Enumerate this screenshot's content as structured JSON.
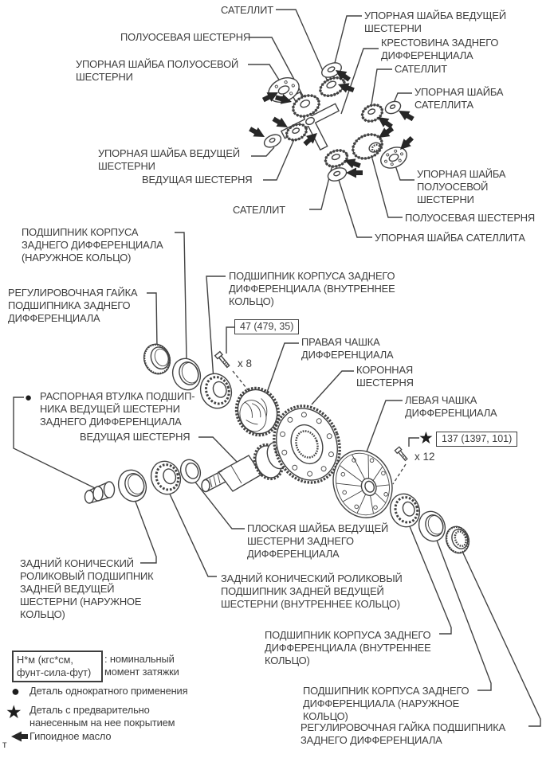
{
  "page": {
    "corner_char": "т"
  },
  "colors": {
    "ink": "#3d3d3d"
  },
  "icons": {
    "bullet": "●",
    "star": "★"
  },
  "torque": {
    "bearing_cap_bolts": "47 (479, 35)",
    "ring_gear_bolts": "137 (1397, 101)",
    "count_8": "x 8",
    "count_12": "x 12"
  },
  "labels": {
    "satellite_top": "САТЕЛЛИТ",
    "side_gear_top_left": "ПОЛУОСЕВАЯ ШЕСТЕРНЯ",
    "side_gear_thrust_washer_top_left": "УПОРНАЯ ШАЙБА ПОЛУОСЕВОЙ\nШЕСТЕРНИ",
    "drive_gear_thrust_washer_top_right": "УПОРНАЯ ШАЙБА ВЕДУЩЕЙ\nШЕСТЕРНИ",
    "spider": "КРЕСТОВИНА ЗАДНЕГО\nДИФФЕРЕНЦИАЛА",
    "satellite_right": "САТЕЛЛИТ",
    "satellite_thrust_washer_right": "УПОРНАЯ ШАЙБА\nСАТЕЛЛИТА",
    "side_gear_thrust_washer_right": "УПОРНАЯ ШАЙБА\nПОЛУОСЕВОЙ\nШЕСТЕРНИ",
    "side_gear_right": "ПОЛУОСЕВАЯ ШЕСТЕРНЯ",
    "satellite_thrust_washer_bottom": "УПОРНАЯ ШАЙБА САТЕЛЛИТА",
    "drive_gear_thrust_washer_left": "УПОРНАЯ ШАЙБА ВЕДУЩЕЙ\nШЕСТЕРНИ",
    "drive_gear_top": "ВЕДУЩАЯ ШЕСТЕРНЯ",
    "satellite_left": "САТЕЛЛИТ",
    "case_bearing_outer_left": "ПОДШИПНИК КОРПУСА\nЗАДНЕГО ДИФФЕРЕНЦИАЛА\n(НАРУЖНОЕ КОЛЬЦО)",
    "adjusting_nut_left": "РЕГУЛИРОВОЧНАЯ ГАЙКА\nПОДШИПНИКА ЗАДНЕГО\nДИФФЕРЕНЦИАЛА",
    "case_bearing_inner_left": "ПОДШИПНИК КОРПУСА ЗАДНЕГО\nДИФФЕРЕНЦИАЛА (ВНУТРЕННЕЕ\nКОЛЬЦО)",
    "right_case": "ПРАВАЯ ЧАШКА\nДИФФЕРЕНЦИАЛА",
    "ring_gear": "КОРОННАЯ\nШЕСТЕРНЯ",
    "left_case": "ЛЕВАЯ ЧАШКА\nДИФФЕРЕНЦИАЛА",
    "spacer_bushing": "РАСПОРНАЯ ВТУЛКА ПОДШИП-\nНИКА ВЕДУЩЕЙ ШЕСТЕРНИ\nЗАДНЕГО ДИФФЕРЕНЦИАЛА",
    "drive_pinion": "ВЕДУЩАЯ ШЕСТЕРНЯ",
    "flat_washer": "ПЛОСКАЯ ШАЙБА ВЕДУЩЕЙ\nШЕСТЕРНИ ЗАДНЕГО\nДИФФЕРЕНЦИАЛА",
    "pinion_bearing_outer": "ЗАДНИЙ КОНИЧЕСКИЙ\nРОЛИКОВЫЙ ПОДШИПНИК\nЗАДНЕЙ ВЕДУЩЕЙ\nШЕСТЕРНИ (НАРУЖНОЕ\nКОЛЬЦО)",
    "pinion_bearing_inner": "ЗАДНИЙ КОНИЧЕСКИЙ РОЛИКОВЫЙ\nПОДШИПНИК ЗАДНЕЙ ВЕДУЩЕЙ\nШЕСТЕРНИ (ВНУТРЕННЕЕ КОЛЬЦО)",
    "case_bearing_inner_right": "ПОДШИПНИК КОРПУСА ЗАДНЕГО\nДИФФЕРЕНЦИАЛА (ВНУТРЕННЕЕ\nКОЛЬЦО)",
    "case_bearing_outer_right": "ПОДШИПНИК КОРПУСА ЗАДНЕГО\nДИФФЕРЕНЦИАЛА (НАРУЖНОЕ\nКОЛЬЦО)",
    "adjusting_nut_right": "РЕГУЛИРОВОЧНАЯ ГАЙКА ПОДШИПНИКА\nЗАДНЕГО ДИФФЕРЕНЦИАЛА"
  },
  "legend": {
    "unit_box": "Н*м (кгс*см,\nфунт-сила-фут)",
    "unit_desc": ": номинальный\nмомент затяжки",
    "single_use": "Деталь однократного применения",
    "precoated": "Деталь с предварительно\nнанесенным на нее покрытием",
    "hypoid_oil": "Гипоидное масло"
  }
}
